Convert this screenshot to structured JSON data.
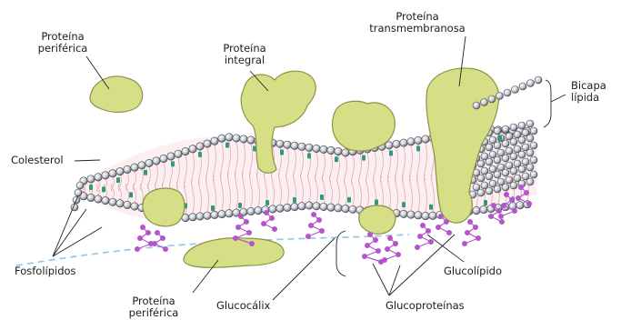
{
  "labels": {
    "peripheral_protein_top": [
      "Proteína",
      "periférica"
    ],
    "integral_protein": [
      "Proteína",
      "integral"
    ],
    "transmembrane_protein": [
      "Proteína",
      "transmembranosa"
    ],
    "lipid_bilayer": [
      "Bicapa",
      "lípida"
    ],
    "cholesterol": "Colesterol",
    "phospholipids": "Fosfolípidos",
    "peripheral_protein_bottom": [
      "Proteína",
      "periférica"
    ],
    "glycocalyx": "Glucocálix",
    "glycolipid": "Glucolípido",
    "glycoproteins": "Glucoproteínas"
  },
  "colors": {
    "protein_fill": "#d6df86",
    "protein_stroke": "#8a9446",
    "head_fill": "#c9ccd3",
    "head_stroke": "#3e4048",
    "tail_stroke": "#e8a8b0",
    "cholesterol": "#2f9a7c",
    "sugar": "#b555cc",
    "glycocalyx_dash": "#8fc5e6",
    "line": "#222222"
  }
}
